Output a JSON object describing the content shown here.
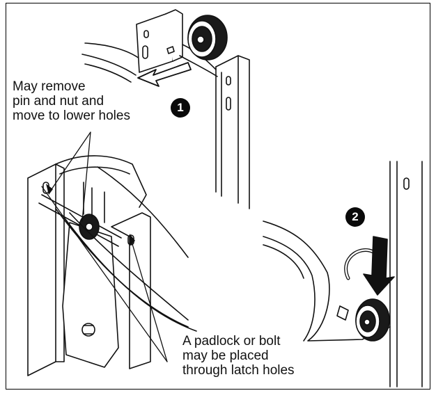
{
  "callouts": {
    "top_note": "May remove\npin and nut and\nmove to lower holes",
    "bottom_note": "A padlock or bolt\nmay be placed\nthrough latch holes"
  },
  "steps": {
    "one": "1",
    "two": "2"
  }
}
